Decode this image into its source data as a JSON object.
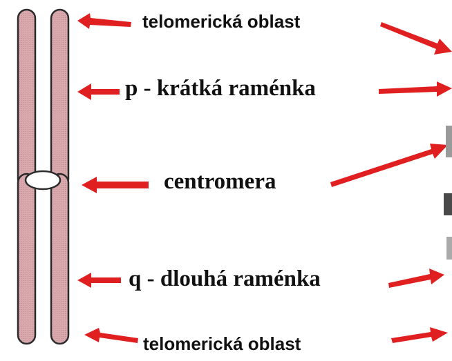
{
  "labels": {
    "telomere_top": "telomerická oblast",
    "p_arm": "p - krátká raménka",
    "centromere": "centromera",
    "q_arm": "q - dlouhá raménka",
    "telomere_bottom": "telomerická oblast"
  },
  "colors": {
    "chromosome_fill": "#d9a9ae",
    "chromosome_outline": "#2b2b2b",
    "arrow": "#e02020",
    "text": "#111111",
    "background": "#ffffff"
  },
  "icons": {
    "arrow": "red-arrow"
  }
}
